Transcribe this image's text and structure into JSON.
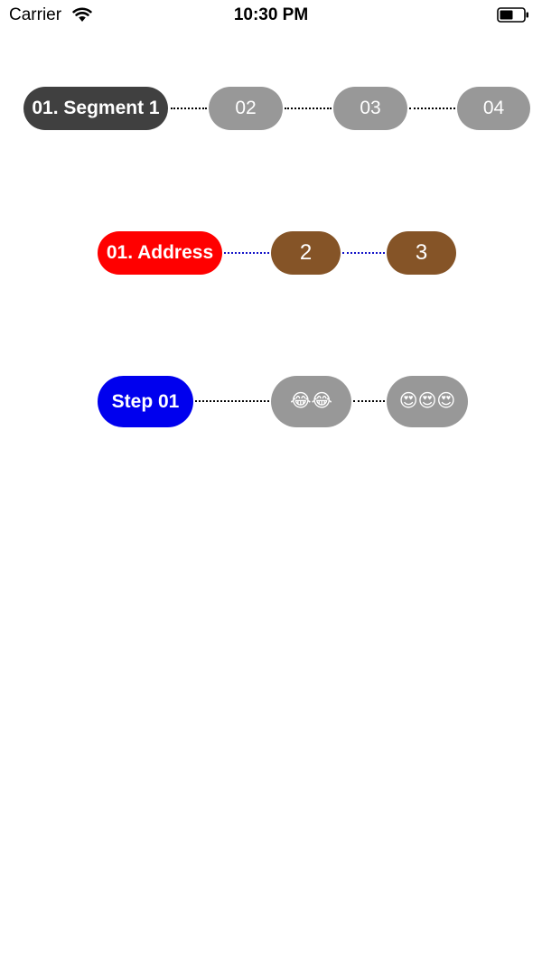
{
  "status_bar": {
    "carrier": "Carrier",
    "time": "10:30 PM"
  },
  "rows": [
    {
      "segments": [
        {
          "label": "01. Segment 1",
          "color": "#404040",
          "selected": true
        },
        {
          "label": "02",
          "color": "#989898",
          "selected": false
        },
        {
          "label": "03",
          "color": "#989898",
          "selected": false
        },
        {
          "label": "04",
          "color": "#989898",
          "selected": false
        }
      ],
      "connector_color": "#000000"
    },
    {
      "segments": [
        {
          "label": "01. Address",
          "color": "#ff0000",
          "selected": true
        },
        {
          "label": "2",
          "color": "#855427",
          "selected": false
        },
        {
          "label": "3",
          "color": "#855427",
          "selected": false
        }
      ],
      "connector_color": "#1212c8"
    },
    {
      "segments": [
        {
          "label": "Step 01",
          "color": "#0000ee",
          "selected": true
        },
        {
          "label": "😂😂",
          "color": "#989898",
          "selected": false
        },
        {
          "label": "😍😍😍",
          "color": "#989898",
          "selected": false
        }
      ],
      "connector_color": "#000000"
    }
  ]
}
